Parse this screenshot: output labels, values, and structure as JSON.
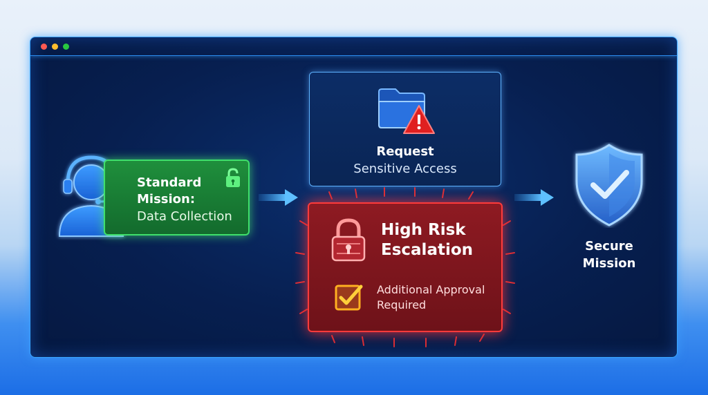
{
  "window": {
    "controls": [
      "close",
      "minimize",
      "maximize"
    ]
  },
  "colors": {
    "accent_blue": "#3aa6ff",
    "standard_green": "#3fe06b",
    "risk_red": "#ff3b3b",
    "warning_orange": "#ffb020"
  },
  "icons": {
    "agent": "headset-user-icon",
    "unlocked": "unlocked-padlock-icon",
    "folder_warning": "folder-warning-icon",
    "locked": "locked-padlock-icon",
    "checkbox": "checked-box-icon",
    "shield": "shield-check-icon",
    "arrow": "right-arrow-icon"
  },
  "standard": {
    "title_line1": "Standard",
    "title_line2": "Mission:",
    "subtitle": "Data Collection"
  },
  "request": {
    "title": "Request",
    "subtitle": "Sensitive Access"
  },
  "risk": {
    "title_line1": "High Risk",
    "title_line2": "Escalation",
    "note_line1": "Additional Approval",
    "note_line2": "Required"
  },
  "secure": {
    "line1": "Secure",
    "line2": "Mission"
  }
}
